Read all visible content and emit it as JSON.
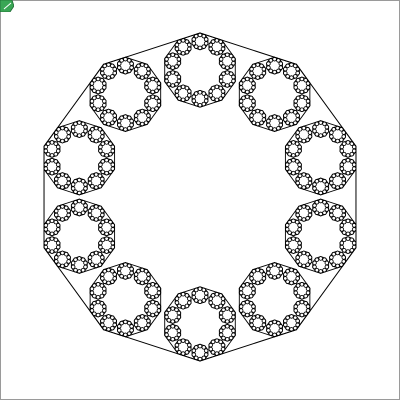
{
  "canvas": {
    "background": "#ffffff",
    "border_color": "#9a9a9a"
  },
  "fractal": {
    "shape": "decagon",
    "sides": 10,
    "depth": 3,
    "stroke_color": "#000000"
  },
  "corner_widget": {
    "icon": "resize-grip-icon",
    "color": "#3aa655"
  }
}
